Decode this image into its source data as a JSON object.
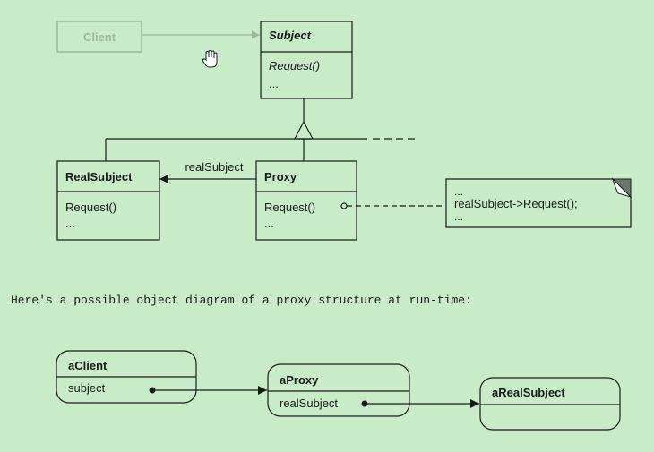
{
  "class_diagram": {
    "client": {
      "name": "Client"
    },
    "subject": {
      "name": "Subject",
      "operations": [
        "Request()",
        "..."
      ]
    },
    "real_subject": {
      "name": "RealSubject",
      "operations": [
        "Request()",
        "..."
      ]
    },
    "proxy": {
      "name": "Proxy",
      "operations": [
        "Request()",
        "..."
      ]
    },
    "association_label": "realSubject",
    "note": {
      "lines": [
        "...",
        "realSubject->Request();",
        "..."
      ]
    }
  },
  "caption": "Here's a possible object diagram of a proxy structure at run-time:",
  "object_diagram": {
    "a_client": {
      "name": "aClient",
      "field": "subject"
    },
    "a_proxy": {
      "name": "aProxy",
      "field": "realSubject"
    },
    "a_real_subject": {
      "name": "aRealSubject"
    }
  },
  "colors": {
    "background": "#c8ecc8",
    "line": "#1a1a1a",
    "faded": "#9cb89c"
  }
}
